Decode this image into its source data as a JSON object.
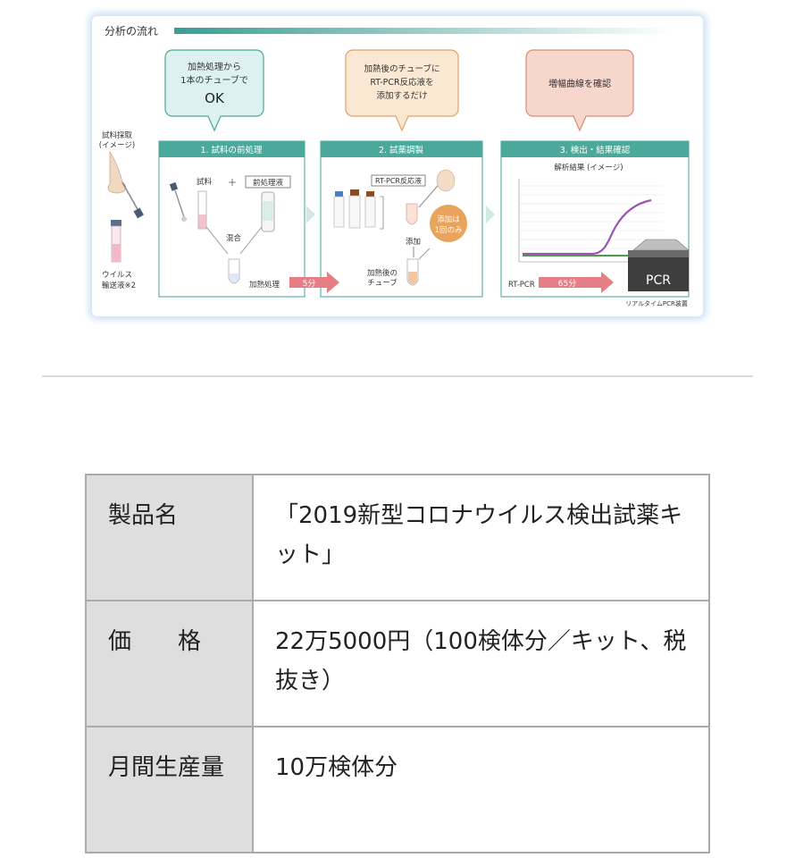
{
  "figure": {
    "header": "分析の流れ",
    "bubbles": [
      {
        "lines": [
          "加熱処理から",
          "1本のチューブで"
        ],
        "big": "OK"
      },
      {
        "lines": [
          "加熱後のチューブに",
          "RT-PCR反応液を",
          "添加するだけ"
        ]
      },
      {
        "lines": [
          "増幅曲線を確認"
        ]
      }
    ],
    "steps": [
      "1. 試料の前処理",
      "2. 試薬調製",
      "3. 検出・結果確認"
    ],
    "left": {
      "sample_lines": [
        "試料採取",
        "(イメージ)"
      ],
      "virus_lines": [
        "ウイルス",
        "輸送液※2"
      ]
    },
    "step1": {
      "sample": "試料",
      "plus": "+",
      "reagent": "前処理液",
      "mix": "混合",
      "heat": "加熱処理",
      "time": "5分"
    },
    "step2": {
      "reagent": "RT-PCR反応液",
      "badge_lines": [
        "添加は",
        "1回のみ"
      ],
      "add": "添加",
      "tube_lines": [
        "加熱後の",
        "チューブ"
      ]
    },
    "step3": {
      "title": "解析結果 (イメージ)",
      "rtpcr": "RT-PCR",
      "time": "65分",
      "device": "PCR",
      "caption": "リアルタイムPCR装置"
    }
  },
  "colors": {
    "teal": "#3a9e93",
    "pink_arrow": "#e57e85",
    "purple_curve": "#9b55b0",
    "green_line": "#4aa04a"
  },
  "table": {
    "rows": [
      {
        "label": "製品名",
        "value": "「2019新型コロナウイルス検出試薬キット」"
      },
      {
        "label": "価　　格",
        "value": "22万5000円（100検体分／キット、税抜き）"
      },
      {
        "label": "月間生産量",
        "value": "10万検体分"
      }
    ]
  }
}
